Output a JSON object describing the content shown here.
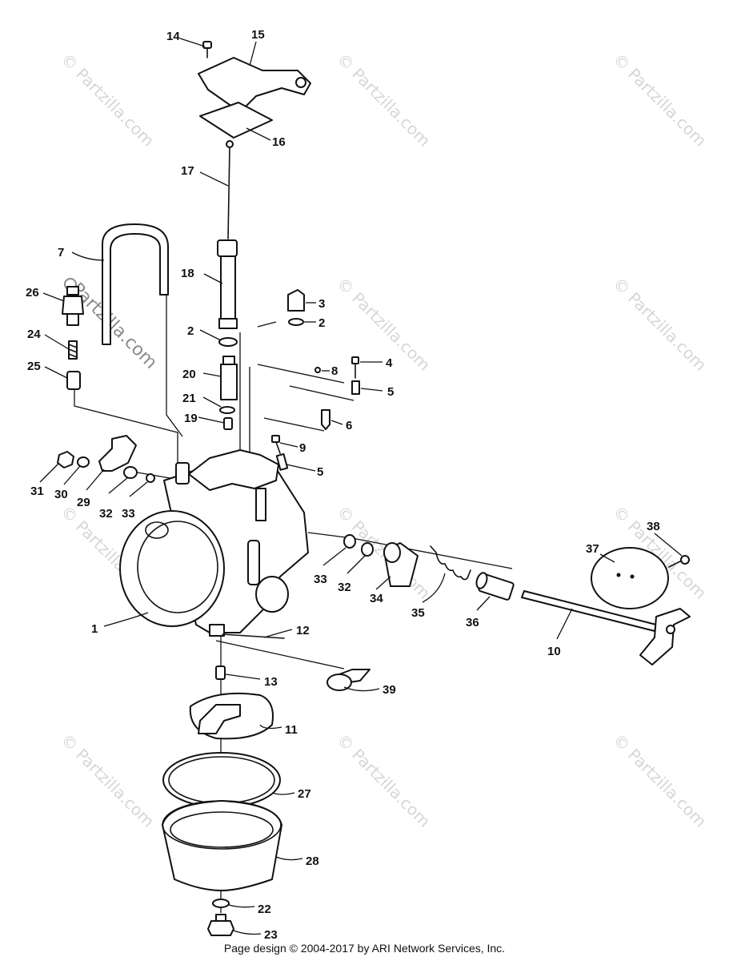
{
  "watermark": "© Partzilla.com",
  "watermark_logo": "Partzilla.com",
  "footer": "Page design © 2004-2017 by ARI Network Services, Inc.",
  "callouts": [
    "1",
    "2",
    "3",
    "4",
    "5",
    "6",
    "7",
    "8",
    "9",
    "10",
    "11",
    "12",
    "13",
    "14",
    "15",
    "16",
    "17",
    "18",
    "19",
    "20",
    "21",
    "22",
    "23",
    "24",
    "25",
    "26",
    "27",
    "28",
    "29",
    "30",
    "31",
    "32",
    "33",
    "34",
    "35",
    "36",
    "37",
    "38",
    "39"
  ]
}
